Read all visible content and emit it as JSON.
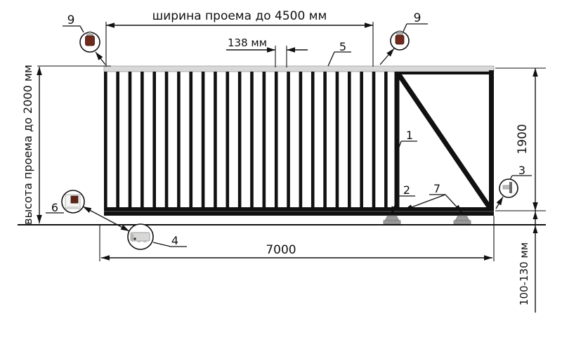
{
  "dimensions": {
    "opening_width": "ширина проема до 4500 мм",
    "picket_spacing": "138 мм",
    "opening_height": "высота проема до 2000 мм",
    "leaf_height": "1900",
    "total_length": "7000",
    "ground_clearance": "100-130 мм"
  },
  "callouts": {
    "lamp_left": "9",
    "lamp_right": "9",
    "top_cover": "5",
    "frame_post": "1",
    "guide_beam": "2",
    "roller_carriages": "7",
    "end_catcher": "3",
    "photocell": "6",
    "drive_unit": "4"
  },
  "icons": {
    "lamp": "signal-lamp-icon",
    "photocell": "photocell-icon",
    "drive": "drive-motor-icon",
    "catcher": "end-catcher-icon"
  },
  "colors": {
    "line": "#111111",
    "rail_gray": "#d8d8d8",
    "metal_gray": "#9a9a9a",
    "lamp_body": "#6e2a1c",
    "background": "#ffffff"
  }
}
